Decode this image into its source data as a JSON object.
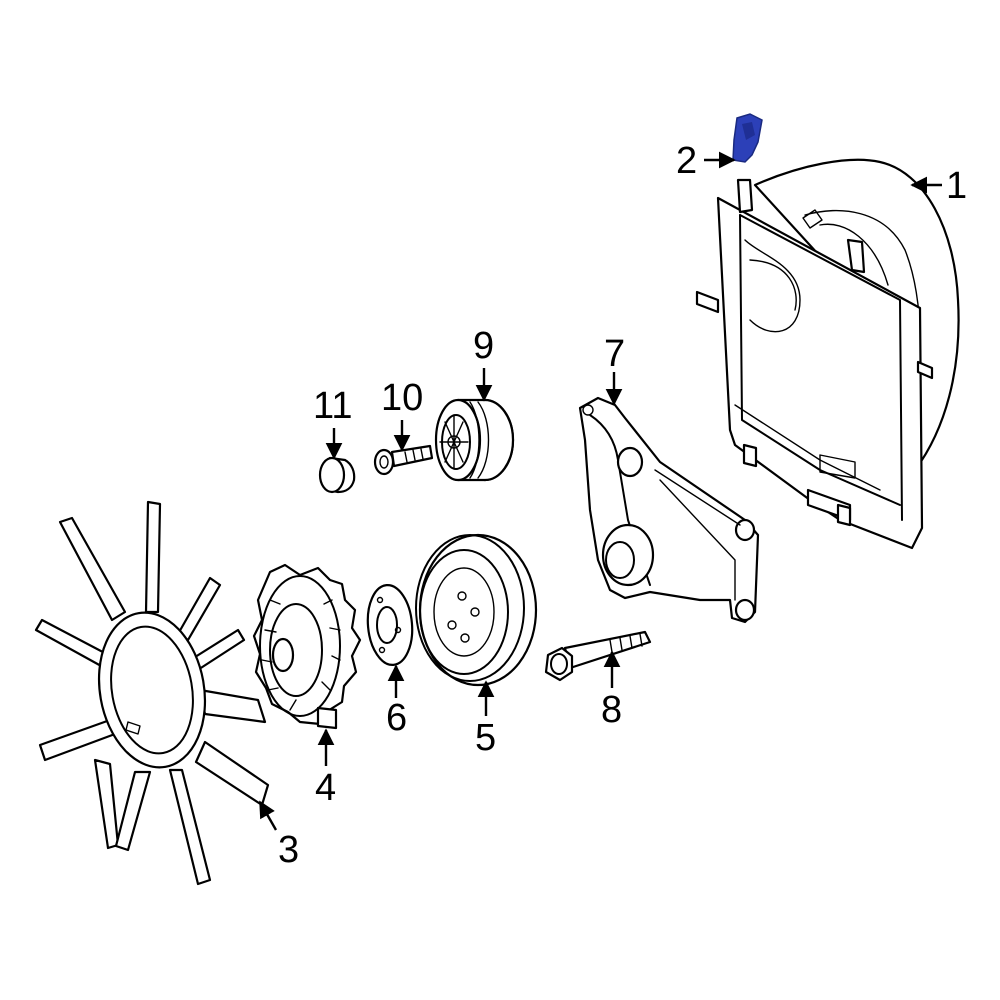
{
  "diagram": {
    "highlight_color": "#2c40b8",
    "line_color": "#000000",
    "background_color": "#ffffff",
    "callouts": [
      {
        "label": "1"
      },
      {
        "label": "2"
      },
      {
        "label": "3"
      },
      {
        "label": "4"
      },
      {
        "label": "5"
      },
      {
        "label": "6"
      },
      {
        "label": "7"
      },
      {
        "label": "8"
      },
      {
        "label": "9"
      },
      {
        "label": "10"
      },
      {
        "label": "11"
      }
    ]
  }
}
